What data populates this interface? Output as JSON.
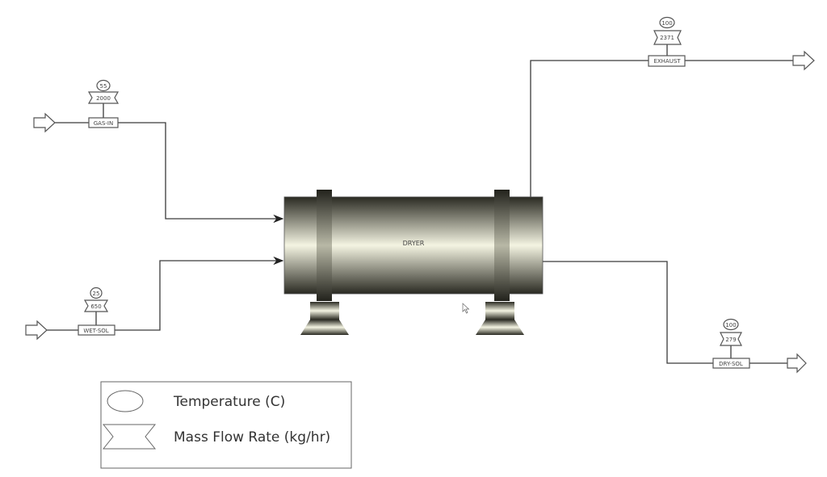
{
  "unit": {
    "label": "DRYER"
  },
  "streams": {
    "gas_in": {
      "name": "GAS-IN",
      "temperature": "55",
      "mass_flow": "2000"
    },
    "wet_sol": {
      "name": "WET-SOL",
      "temperature": "25",
      "mass_flow": "650"
    },
    "exhaust": {
      "name": "EXHAUST",
      "temperature": "100",
      "mass_flow": "2371"
    },
    "dry_sol": {
      "name": "DRY-SOL",
      "temperature": "100",
      "mass_flow": "279"
    }
  },
  "legend": {
    "temperature_label": "Temperature (C)",
    "mass_flow_label": "Mass Flow Rate (kg/hr)"
  },
  "colors": {
    "line": "#3a3a3a",
    "vessel_dark": "#2a2a22",
    "vessel_light": "#f4f4e2"
  }
}
